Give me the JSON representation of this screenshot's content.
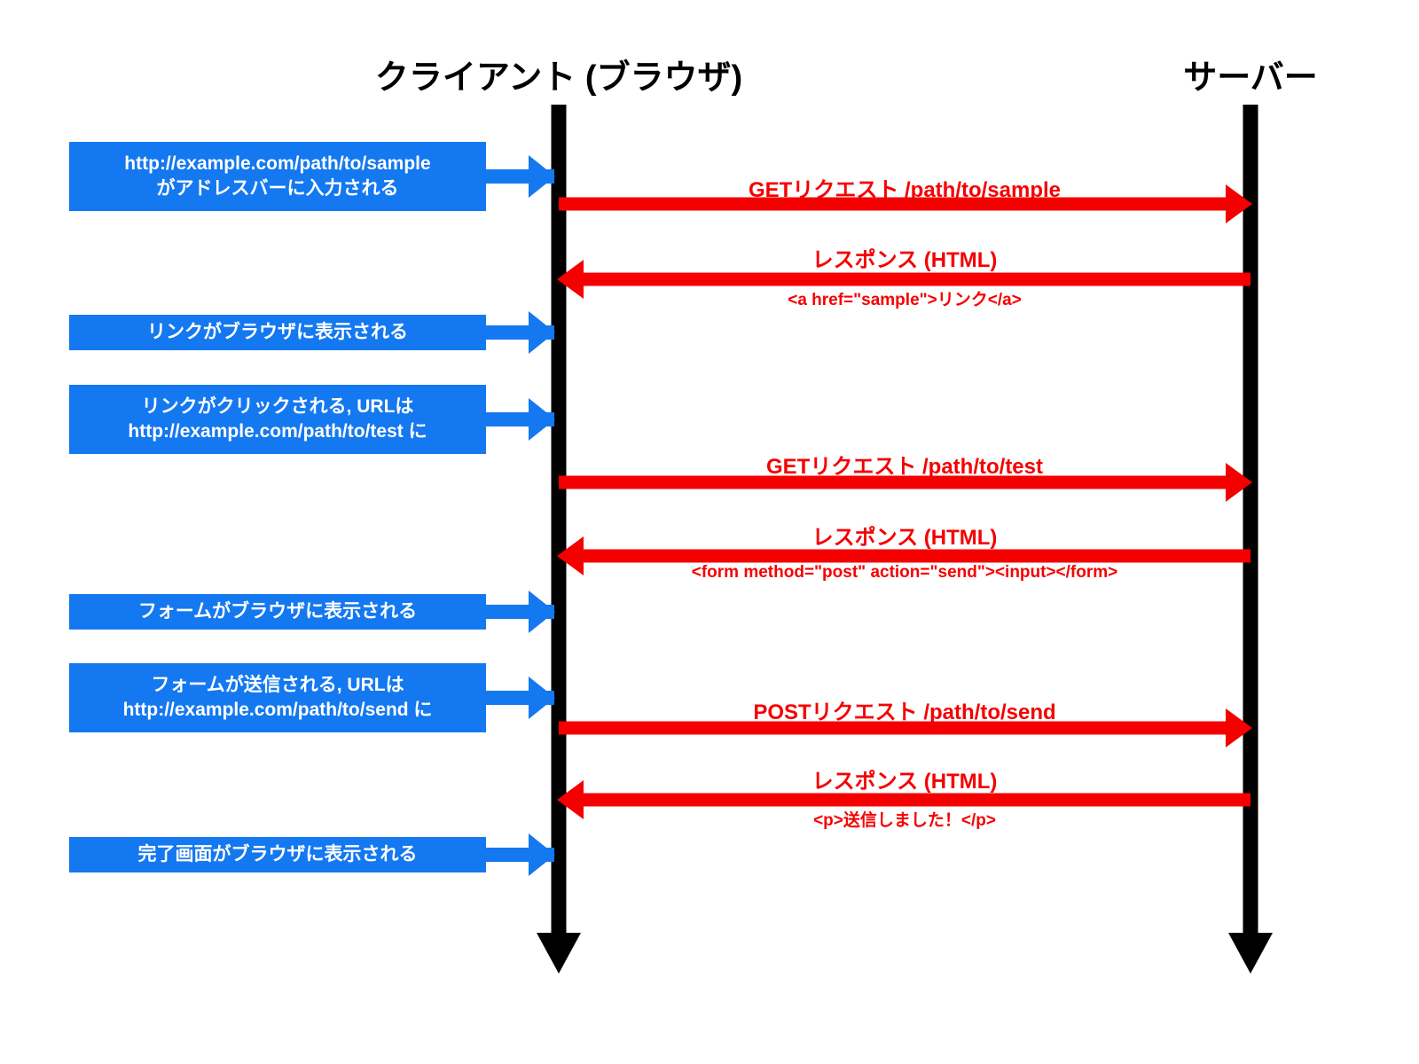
{
  "diagram": {
    "actors": [
      {
        "id": "client",
        "label": "クライアント (ブラウザ)"
      },
      {
        "id": "server",
        "label": "サーバー"
      }
    ],
    "colors": {
      "note_blue": "#1478F0",
      "message_red": "#F50000",
      "lifeline_black": "#000000",
      "background": "#FFFFFF"
    },
    "notes": [
      {
        "lines": [
          "http://example.com/path/to/sample",
          "がアドレスバーに入力される"
        ]
      },
      {
        "lines": [
          "リンクがブラウザに表示される"
        ]
      },
      {
        "lines": [
          "リンクがクリックされる, URLは",
          "http://example.com/path/to/test に"
        ]
      },
      {
        "lines": [
          "フォームがブラウザに表示される"
        ]
      },
      {
        "lines": [
          "フォームが送信される, URLは",
          "http://example.com/path/to/send に"
        ]
      },
      {
        "lines": [
          "完了画面がブラウザに表示される"
        ]
      }
    ],
    "messages": [
      {
        "label": "GETリクエスト /path/to/sample",
        "code": "",
        "direction": "right"
      },
      {
        "label": "レスポンス (HTML)",
        "code": "<a href=\"sample\">リンク</a>",
        "direction": "left"
      },
      {
        "label": "GETリクエスト /path/to/test",
        "code": "",
        "direction": "right"
      },
      {
        "label": "レスポンス (HTML)",
        "code": "<form method=\"post\" action=\"send\"><input></form>",
        "direction": "left"
      },
      {
        "label": "POSTリクエスト /path/to/send",
        "code": "",
        "direction": "right"
      },
      {
        "label": "レスポンス (HTML)",
        "code": "<p>送信しました！</p>",
        "direction": "left"
      }
    ]
  }
}
